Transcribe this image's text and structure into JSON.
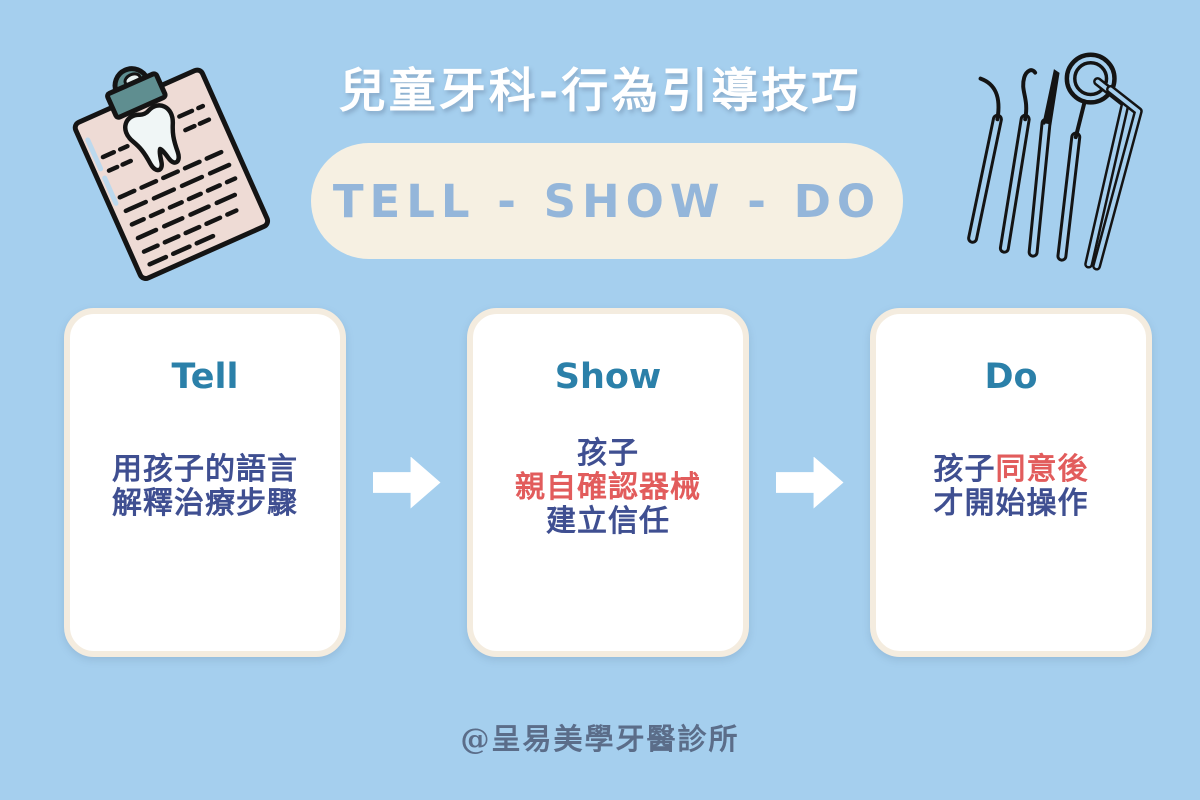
{
  "header": {
    "title": "兒童牙科-行為引導技巧"
  },
  "banner": {
    "label": "TELL - SHOW - DO"
  },
  "illustrations": {
    "clipboard": "clipboard-with-tooth-chart",
    "tools": "dental-instruments-line-art"
  },
  "flow": {
    "cards": [
      {
        "heading": "Tell",
        "lines": [
          {
            "segments": [
              {
                "text": "用孩子的語言",
                "emphasis": false
              }
            ]
          },
          {
            "segments": [
              {
                "text": "解釋治療步驟",
                "emphasis": false
              }
            ]
          }
        ]
      },
      {
        "heading": "Show",
        "lines": [
          {
            "segments": [
              {
                "text": "孩子",
                "emphasis": false
              }
            ]
          },
          {
            "segments": [
              {
                "text": "親自確認器械",
                "emphasis": true
              }
            ]
          },
          {
            "segments": [
              {
                "text": "建立信任",
                "emphasis": false
              }
            ]
          }
        ]
      },
      {
        "heading": "Do",
        "lines": [
          {
            "segments": [
              {
                "text": "孩子",
                "emphasis": false
              },
              {
                "text": "同意後",
                "emphasis": true
              }
            ]
          },
          {
            "segments": [
              {
                "text": "才開始操作",
                "emphasis": false
              }
            ]
          }
        ]
      }
    ]
  },
  "footer": {
    "credit": "@呈易美學牙醫診所"
  },
  "colors": {
    "background": "#a5cfee",
    "title_text": "#ffffff",
    "banner_bg": "#f6f0e2",
    "banner_text": "#94b6da",
    "card_bg": "#ffffff",
    "card_border": "#f4ecdf",
    "heading_teal": "#2b80a9",
    "body_navy": "#3f4f91",
    "body_red": "#e25c5c",
    "arrow": "#ffffff",
    "footer_text": "#5b6d89",
    "clipboard_paper": "#eedbd5",
    "clipboard_clip": "#5f8e90",
    "line_art": "#141414"
  }
}
